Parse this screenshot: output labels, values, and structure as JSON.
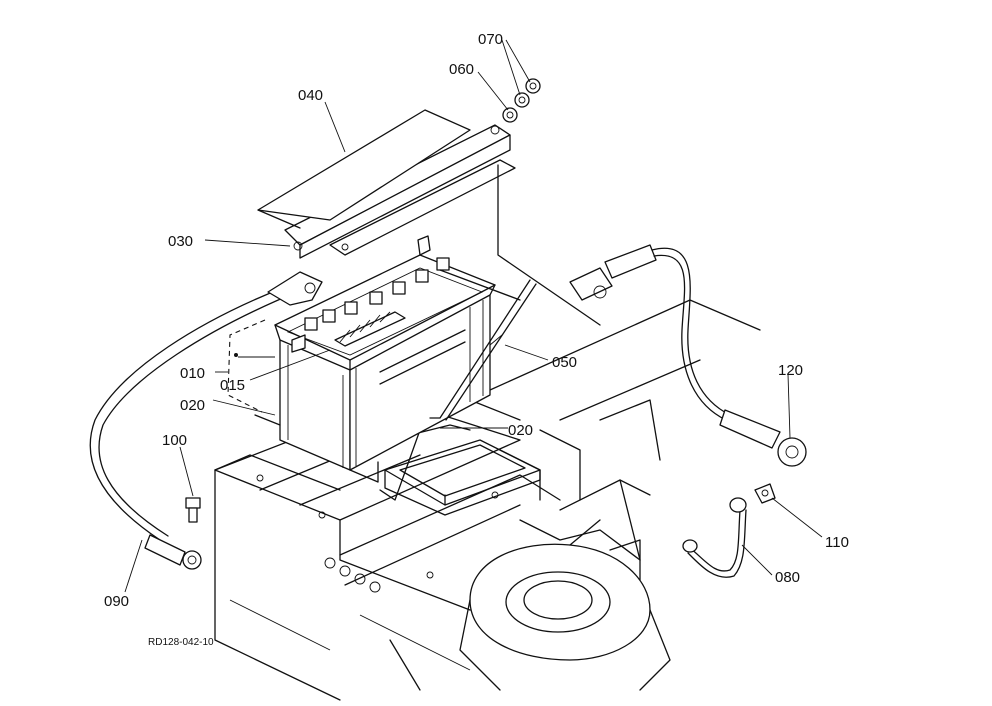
{
  "figure": {
    "drawing_code": "RD128-042-10"
  },
  "callouts": [
    {
      "id": "c070",
      "label": "070"
    },
    {
      "id": "c060",
      "label": "060"
    },
    {
      "id": "c040",
      "label": "040"
    },
    {
      "id": "c030",
      "label": "030"
    },
    {
      "id": "c010",
      "label": "010"
    },
    {
      "id": "c015",
      "label": "015"
    },
    {
      "id": "c020a",
      "label": "020"
    },
    {
      "id": "c020b",
      "label": "020"
    },
    {
      "id": "c050",
      "label": "050"
    },
    {
      "id": "c120",
      "label": "120"
    },
    {
      "id": "c100",
      "label": "100"
    },
    {
      "id": "c110",
      "label": "110"
    },
    {
      "id": "c080",
      "label": "080"
    },
    {
      "id": "c090",
      "label": "090"
    }
  ]
}
